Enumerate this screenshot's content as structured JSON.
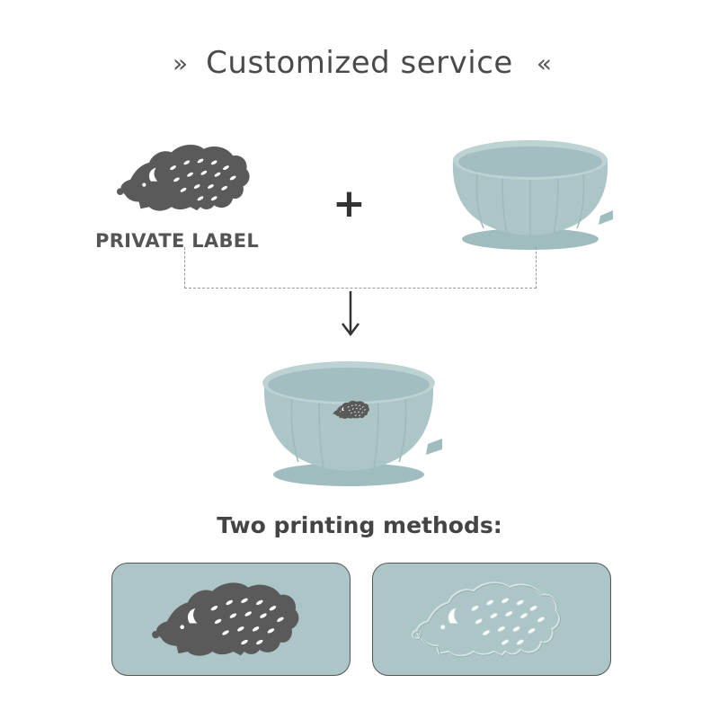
{
  "header": {
    "title": "Customized service",
    "left_marker": "»",
    "right_marker": "«"
  },
  "label_section": {
    "logo_icon": "hedgehog-icon",
    "caption": "PRIVATE LABEL",
    "plus": "+"
  },
  "products": {
    "plain_bowl_icon": "suction-bowl",
    "result_bowl_icon": "suction-bowl-with-hedgehog-logo"
  },
  "methods": {
    "heading": "Two printing methods:",
    "items": [
      {
        "style": "printed",
        "icon": "hedgehog-icon"
      },
      {
        "style": "embossed",
        "icon": "hedgehog-outline-icon"
      }
    ]
  },
  "colors": {
    "bowl": "#acc5c7",
    "logo": "#5a5a5a",
    "text": "#4a4a4a"
  }
}
